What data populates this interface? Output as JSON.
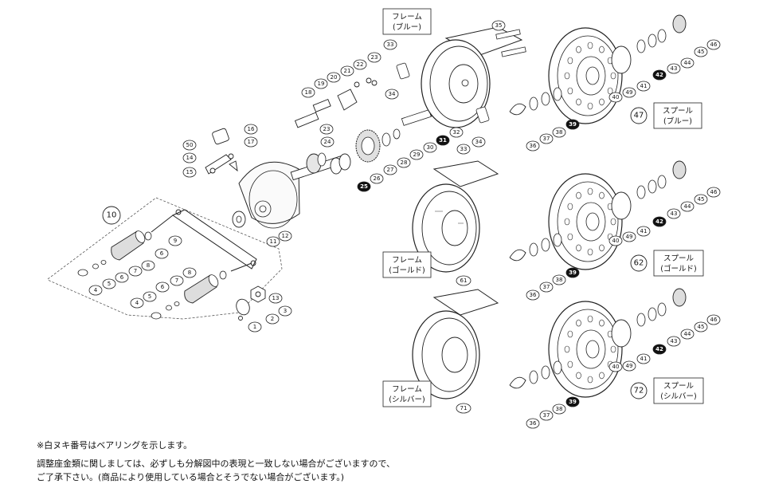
{
  "frames": {
    "blue": {
      "label_line1": "フレーム",
      "label_line2": "(ブルー)"
    },
    "gold": {
      "label_line1": "フレーム",
      "label_line2": "(ゴールド)",
      "part_no": "61"
    },
    "silver": {
      "label_line1": "フレーム",
      "label_line2": "(シルバー)",
      "part_no": "71"
    }
  },
  "spools": {
    "blue": {
      "label_line1": "スプール",
      "label_line2": "(ブルー)",
      "part_no": "47"
    },
    "gold": {
      "label_line1": "スプール",
      "label_line2": "(ゴールド)",
      "part_no": "62"
    },
    "silver": {
      "label_line1": "スプール",
      "label_line2": "(シルバー)",
      "part_no": "72"
    }
  },
  "handle_assembly": {
    "part_no": "10"
  },
  "notes": [
    "※白ヌキ番号はベアリングを示します。",
    "調整座金類に関しましては、必ずしも分解図中の表現と一致しない場合がございますので、",
    "ご了承下さい。(商品により使用している場合とそうでない場合がございます。)"
  ],
  "bearing_parts": [
    "25",
    "31",
    "39",
    "42"
  ]
}
